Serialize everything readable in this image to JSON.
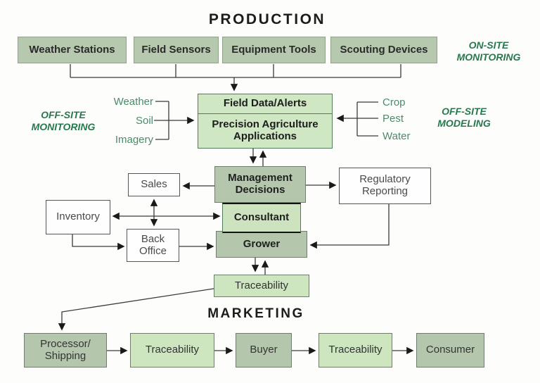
{
  "headings": {
    "production": "PRODUCTION",
    "marketing": "MARKETING"
  },
  "annotations": {
    "on_site": "ON-SITE\nMONITORING",
    "off_site_monitoring": "OFF-SITE\nMONITORING",
    "off_site_modeling": "OFF-SITE\nMODELING"
  },
  "inputs_left": {
    "items": [
      "Weather",
      "Soil",
      "Imagery"
    ]
  },
  "inputs_right": {
    "items": [
      "Crop",
      "Pest",
      "Water"
    ]
  },
  "nodes": {
    "weather_stations": {
      "label": "Weather Stations"
    },
    "field_sensors": {
      "label": "Field Sensors"
    },
    "equipment_tools": {
      "label": "Equipment Tools"
    },
    "scouting_devices": {
      "label": "Scouting Devices"
    },
    "field_data_alerts": {
      "label": "Field Data/Alerts"
    },
    "precision_agriculture": {
      "label": "Precision Agriculture\nApplications"
    },
    "management_decisions": {
      "label": "Management\nDecisions"
    },
    "sales": {
      "label": "Sales"
    },
    "regulatory_reporting": {
      "label": "Regulatory\nReporting"
    },
    "inventory": {
      "label": "Inventory"
    },
    "consultant": {
      "label": "Consultant"
    },
    "back_office": {
      "label": "Back\nOffice"
    },
    "grower": {
      "label": "Grower"
    },
    "traceability_mid": {
      "label": "Traceability"
    },
    "processor_shipping": {
      "label": "Processor/\nShipping"
    },
    "traceability_1": {
      "label": "Traceability"
    },
    "buyer": {
      "label": "Buyer"
    },
    "traceability_2": {
      "label": "Traceability"
    },
    "consumer": {
      "label": "Consumer"
    }
  },
  "colors": {
    "sage_fill": "#b6c8ae",
    "light_green_fill": "#cde6c0",
    "central_border_green": "#4e7d57",
    "annotation_green": "#27784e",
    "input_label_green": "#4d8a6b",
    "line": "#3b3b3b"
  }
}
